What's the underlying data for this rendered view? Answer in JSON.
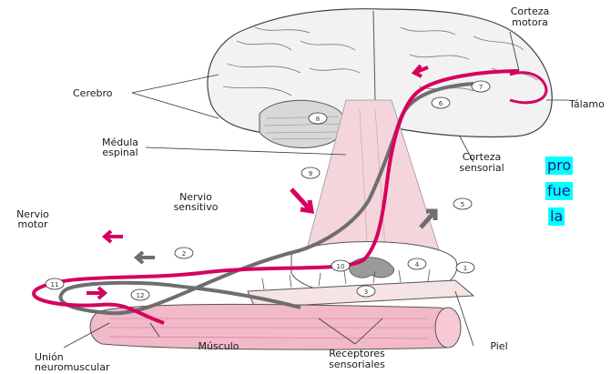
{
  "labels": {
    "corteza_motora": [
      "Corteza",
      "motora"
    ],
    "cerebro": "Cerebro",
    "talamo": "Tálamo",
    "medula": [
      "Médula",
      "espinal"
    ],
    "corteza_sensorial": [
      "Corteza",
      "sensorial"
    ],
    "nervio_sensitivo": [
      "Nervio",
      "sensitivo"
    ],
    "nervio_motor": [
      "Nervio",
      "motor"
    ],
    "musculo": "Músculo",
    "receptores": [
      "Receptores",
      "sensoriales"
    ],
    "piel": "Piel",
    "union": [
      "Unión",
      "neuromuscular"
    ]
  },
  "markers": [
    "1",
    "2",
    "3",
    "4",
    "5",
    "6",
    "7",
    "8",
    "9",
    "10",
    "11",
    "12"
  ],
  "highlight_text": [
    "pro",
    "fue",
    "la"
  ],
  "colors": {
    "pink": "#d6005f",
    "gray": "#6e6e6e",
    "light_pink": "#f5d5dc",
    "highlight": "#00ffff"
  }
}
